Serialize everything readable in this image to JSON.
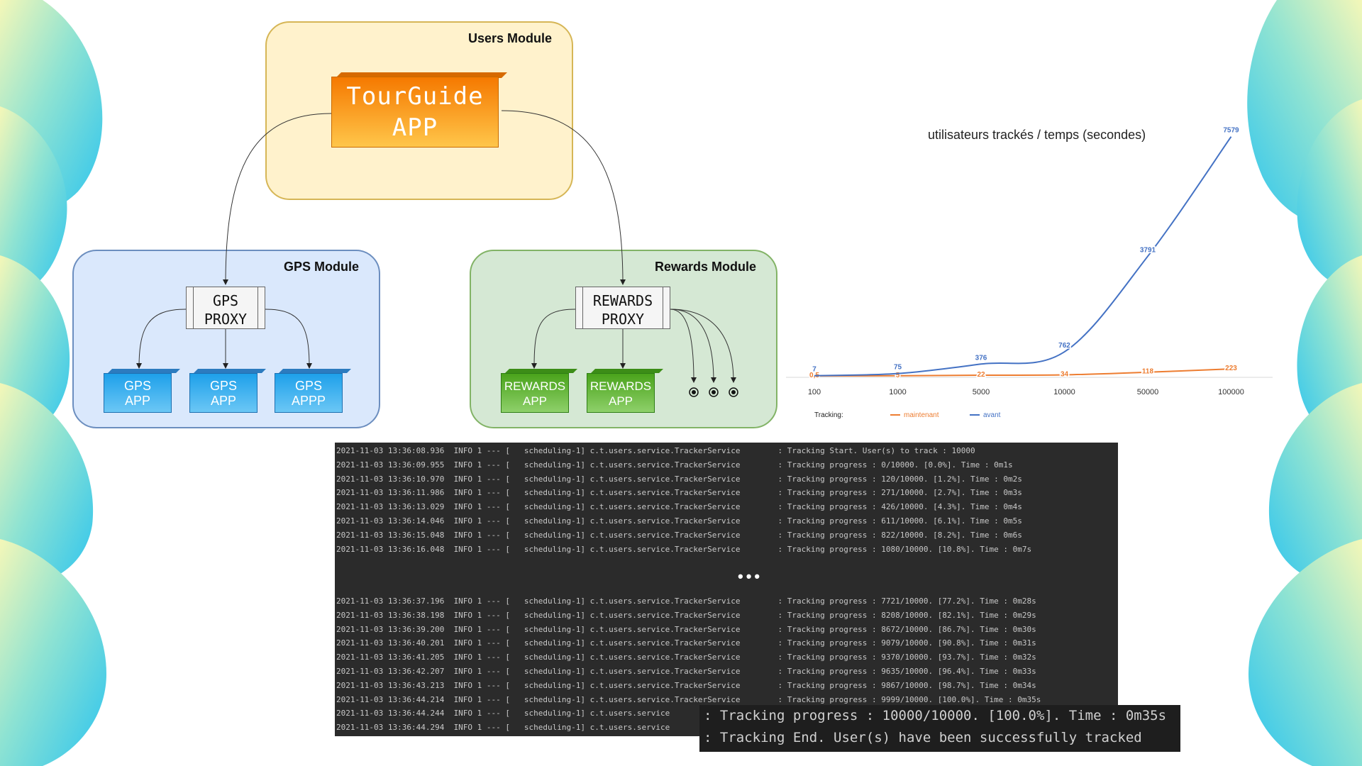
{
  "users_module": {
    "title": "Users Module"
  },
  "tourguide": {
    "line1": "TourGuide",
    "line2": "APP"
  },
  "gps_module": {
    "title": "GPS Module",
    "proxy": {
      "line1": "GPS",
      "line2": "PROXY"
    },
    "apps": [
      {
        "line1": "GPS",
        "line2": "APP"
      },
      {
        "line1": "GPS",
        "line2": "APP"
      },
      {
        "line1": "GPS",
        "line2": "APPP"
      }
    ]
  },
  "rewards_module": {
    "title": "Rewards Module",
    "proxy": {
      "line1": "REWARDS",
      "line2": "PROXY"
    },
    "apps": [
      {
        "line1": "REWARDS",
        "line2": "APP"
      },
      {
        "line1": "REWARDS",
        "line2": "APP"
      }
    ]
  },
  "chart_data": {
    "type": "line",
    "title": "utilisateurs trackés / temps (secondes)",
    "categories": [
      "100",
      "1000",
      "5000",
      "10000",
      "50000",
      "100000"
    ],
    "series": [
      {
        "name": "maintenant",
        "color": "#ed7d31",
        "values": [
          0.5,
          5,
          22,
          34,
          118,
          223
        ]
      },
      {
        "name": "avant",
        "color": "#4472c4",
        "values": [
          7,
          75,
          376,
          762,
          3791,
          7579
        ]
      }
    ],
    "data_labels": {
      "maintenant": [
        "0,5",
        "5",
        "22",
        "34",
        "118",
        "223"
      ],
      "avant": [
        "7",
        "75",
        "376",
        "762",
        "3791",
        "7579"
      ]
    },
    "legend_label": "Tracking:",
    "legend_position": "bottom-left",
    "ylim": [
      0,
      8000
    ],
    "grid": false
  },
  "console": {
    "lines_top": [
      "2021-11-03 13:36:08.936  INFO 1 --- [   scheduling-1] c.t.users.service.TrackerService        : Tracking Start. User(s) to track : 10000",
      "2021-11-03 13:36:09.955  INFO 1 --- [   scheduling-1] c.t.users.service.TrackerService        : Tracking progress : 0/10000. [0.0%]. Time : 0m1s",
      "2021-11-03 13:36:10.970  INFO 1 --- [   scheduling-1] c.t.users.service.TrackerService        : Tracking progress : 120/10000. [1.2%]. Time : 0m2s",
      "2021-11-03 13:36:11.986  INFO 1 --- [   scheduling-1] c.t.users.service.TrackerService        : Tracking progress : 271/10000. [2.7%]. Time : 0m3s",
      "2021-11-03 13:36:13.029  INFO 1 --- [   scheduling-1] c.t.users.service.TrackerService        : Tracking progress : 426/10000. [4.3%]. Time : 0m4s",
      "2021-11-03 13:36:14.046  INFO 1 --- [   scheduling-1] c.t.users.service.TrackerService        : Tracking progress : 611/10000. [6.1%]. Time : 0m5s",
      "2021-11-03 13:36:15.048  INFO 1 --- [   scheduling-1] c.t.users.service.TrackerService        : Tracking progress : 822/10000. [8.2%]. Time : 0m6s",
      "2021-11-03 13:36:16.048  INFO 1 --- [   scheduling-1] c.t.users.service.TrackerService        : Tracking progress : 1080/10000. [10.8%]. Time : 0m7s"
    ],
    "ellipsis": "•••",
    "lines_bottom": [
      "2021-11-03 13:36:37.196  INFO 1 --- [   scheduling-1] c.t.users.service.TrackerService        : Tracking progress : 7721/10000. [77.2%]. Time : 0m28s",
      "2021-11-03 13:36:38.198  INFO 1 --- [   scheduling-1] c.t.users.service.TrackerService        : Tracking progress : 8208/10000. [82.1%]. Time : 0m29s",
      "2021-11-03 13:36:39.200  INFO 1 --- [   scheduling-1] c.t.users.service.TrackerService        : Tracking progress : 8672/10000. [86.7%]. Time : 0m30s",
      "2021-11-03 13:36:40.201  INFO 1 --- [   scheduling-1] c.t.users.service.TrackerService        : Tracking progress : 9079/10000. [90.8%]. Time : 0m31s",
      "2021-11-03 13:36:41.205  INFO 1 --- [   scheduling-1] c.t.users.service.TrackerService        : Tracking progress : 9370/10000. [93.7%]. Time : 0m32s",
      "2021-11-03 13:36:42.207  INFO 1 --- [   scheduling-1] c.t.users.service.TrackerService        : Tracking progress : 9635/10000. [96.4%]. Time : 0m33s",
      "2021-11-03 13:36:43.213  INFO 1 --- [   scheduling-1] c.t.users.service.TrackerService        : Tracking progress : 9867/10000. [98.7%]. Time : 0m34s",
      "2021-11-03 13:36:44.214  INFO 1 --- [   scheduling-1] c.t.users.service.TrackerService        : Tracking progress : 9999/10000. [100.0%]. Time : 0m35s",
      "2021-11-03 13:36:44.244  INFO 1 --- [   scheduling-1] c.t.users.service",
      "2021-11-03 13:36:44.294  INFO 1 --- [   scheduling-1] c.t.users.service"
    ],
    "zoom_lines": [
      ": Tracking progress : 10000/10000. [100.0%]. Time : 0m35s",
      ": Tracking End. User(s) have been successfully tracked"
    ]
  }
}
